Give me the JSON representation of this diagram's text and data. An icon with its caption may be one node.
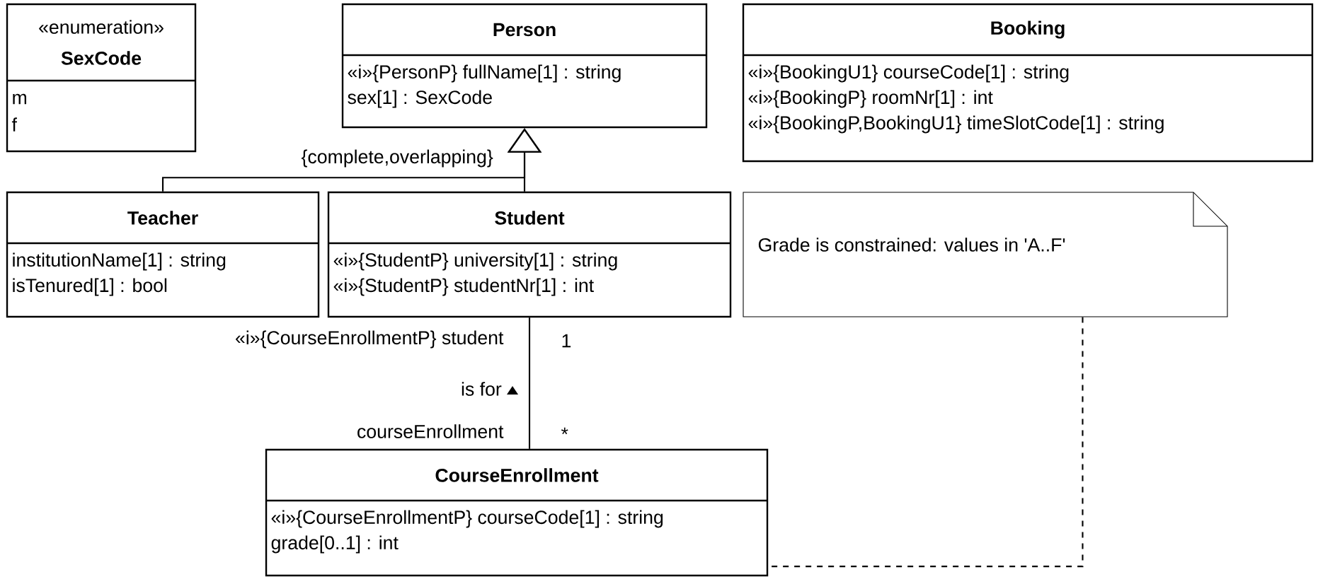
{
  "diagram": {
    "nodes": [
      {
        "text": [
          "«enumeration»",
          "SexCode",
          "m",
          "f"
        ]
      },
      {
        "text": [
          "Person",
          "«i»{PersonP} fullName[1] : string",
          "sex[1] : SexCode"
        ]
      },
      {
        "text": [
          "Booking",
          "«i»{BookingU1} courseCode[1] : string",
          "«i»{BookingP} roomNr[1] : int",
          "«i»{BookingP,BookingU1} timeSlotCode[1] : string"
        ]
      },
      {
        "text": [
          "Teacher",
          "institutionName[1] : string",
          "isTenured[1] : bool"
        ]
      },
      {
        "text": [
          "Student",
          "«i»{StudentP} university[1] : string",
          "«i»{StudentP} studentNr[1] : int"
        ]
      },
      {
        "text": [
          "Grade is constrained: values in 'A..F'"
        ]
      },
      {
        "text": [
          "CourseEnrollment",
          "«i»{CourseEnrollmentP} courseCode[1] : string",
          "grade[0..1] : int"
        ]
      }
    ],
    "edges": [
      {
        "from": 3,
        "to": 1,
        "arrow": "to",
        "label": "{complete,overlapping}"
      },
      {
        "from": 4,
        "to": 1,
        "arrow": "to"
      },
      {
        "from": 4,
        "to": 6,
        "arrow": "none",
        "label": "is for"
      },
      {
        "from": 5,
        "to": 6,
        "arrow": "none",
        "style": "dashed"
      }
    ],
    "labels": [
      "«i»{CourseEnrollmentP} student",
      "1",
      "courseEnrollment",
      "*"
    ]
  }
}
